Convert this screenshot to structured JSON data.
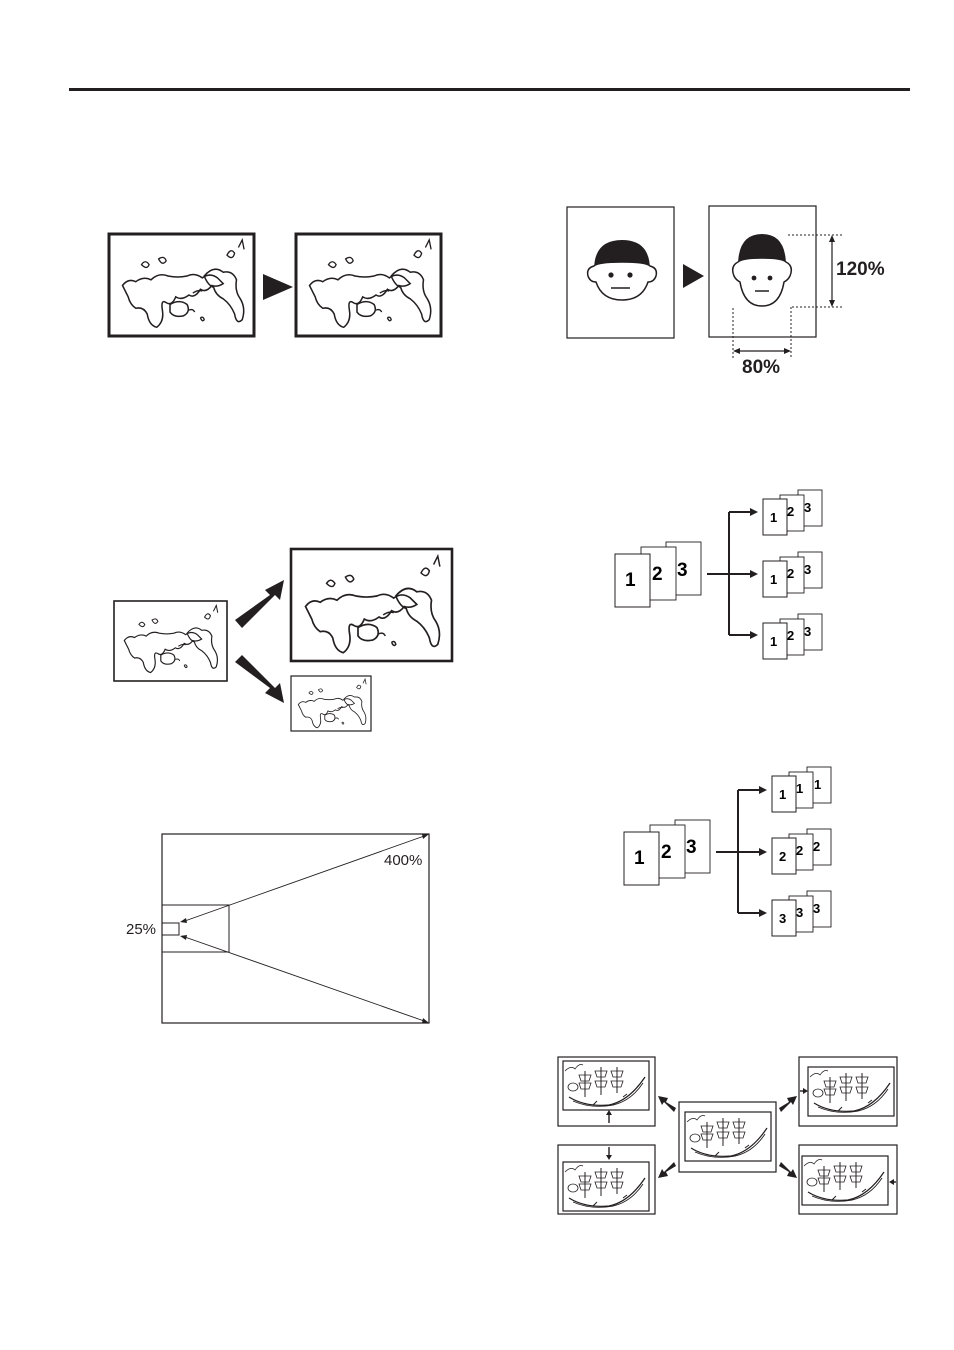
{
  "page": {
    "header_rule": true
  },
  "figures": {
    "copy_1to1": {
      "description": "Original world map copied at same size",
      "arrow_icon": "right-triangle-arrow"
    },
    "xy_zoom": {
      "description": "Independent vertical/horizontal zoom of face image",
      "vertical_label": "120%",
      "horizontal_label": "80%"
    },
    "enlarge_reduce": {
      "description": "Map enlarged and reduced"
    },
    "zoom_range": {
      "min_label": "25%",
      "max_label": "400%"
    },
    "sort_collate": {
      "original_pages": [
        "1",
        "2",
        "3"
      ],
      "output_sets": [
        [
          "1",
          "2",
          "3"
        ],
        [
          "1",
          "2",
          "3"
        ],
        [
          "1",
          "2",
          "3"
        ]
      ]
    },
    "group_copy": {
      "original_pages": [
        "1",
        "2",
        "3"
      ],
      "output_sets": [
        [
          "1",
          "1",
          "1"
        ],
        [
          "2",
          "2",
          "2"
        ],
        [
          "3",
          "3",
          "3"
        ]
      ]
    },
    "margin_shift": {
      "description": "Sailing ship image shifted in four directions",
      "directions": [
        "up",
        "right",
        "down",
        "left"
      ]
    }
  }
}
